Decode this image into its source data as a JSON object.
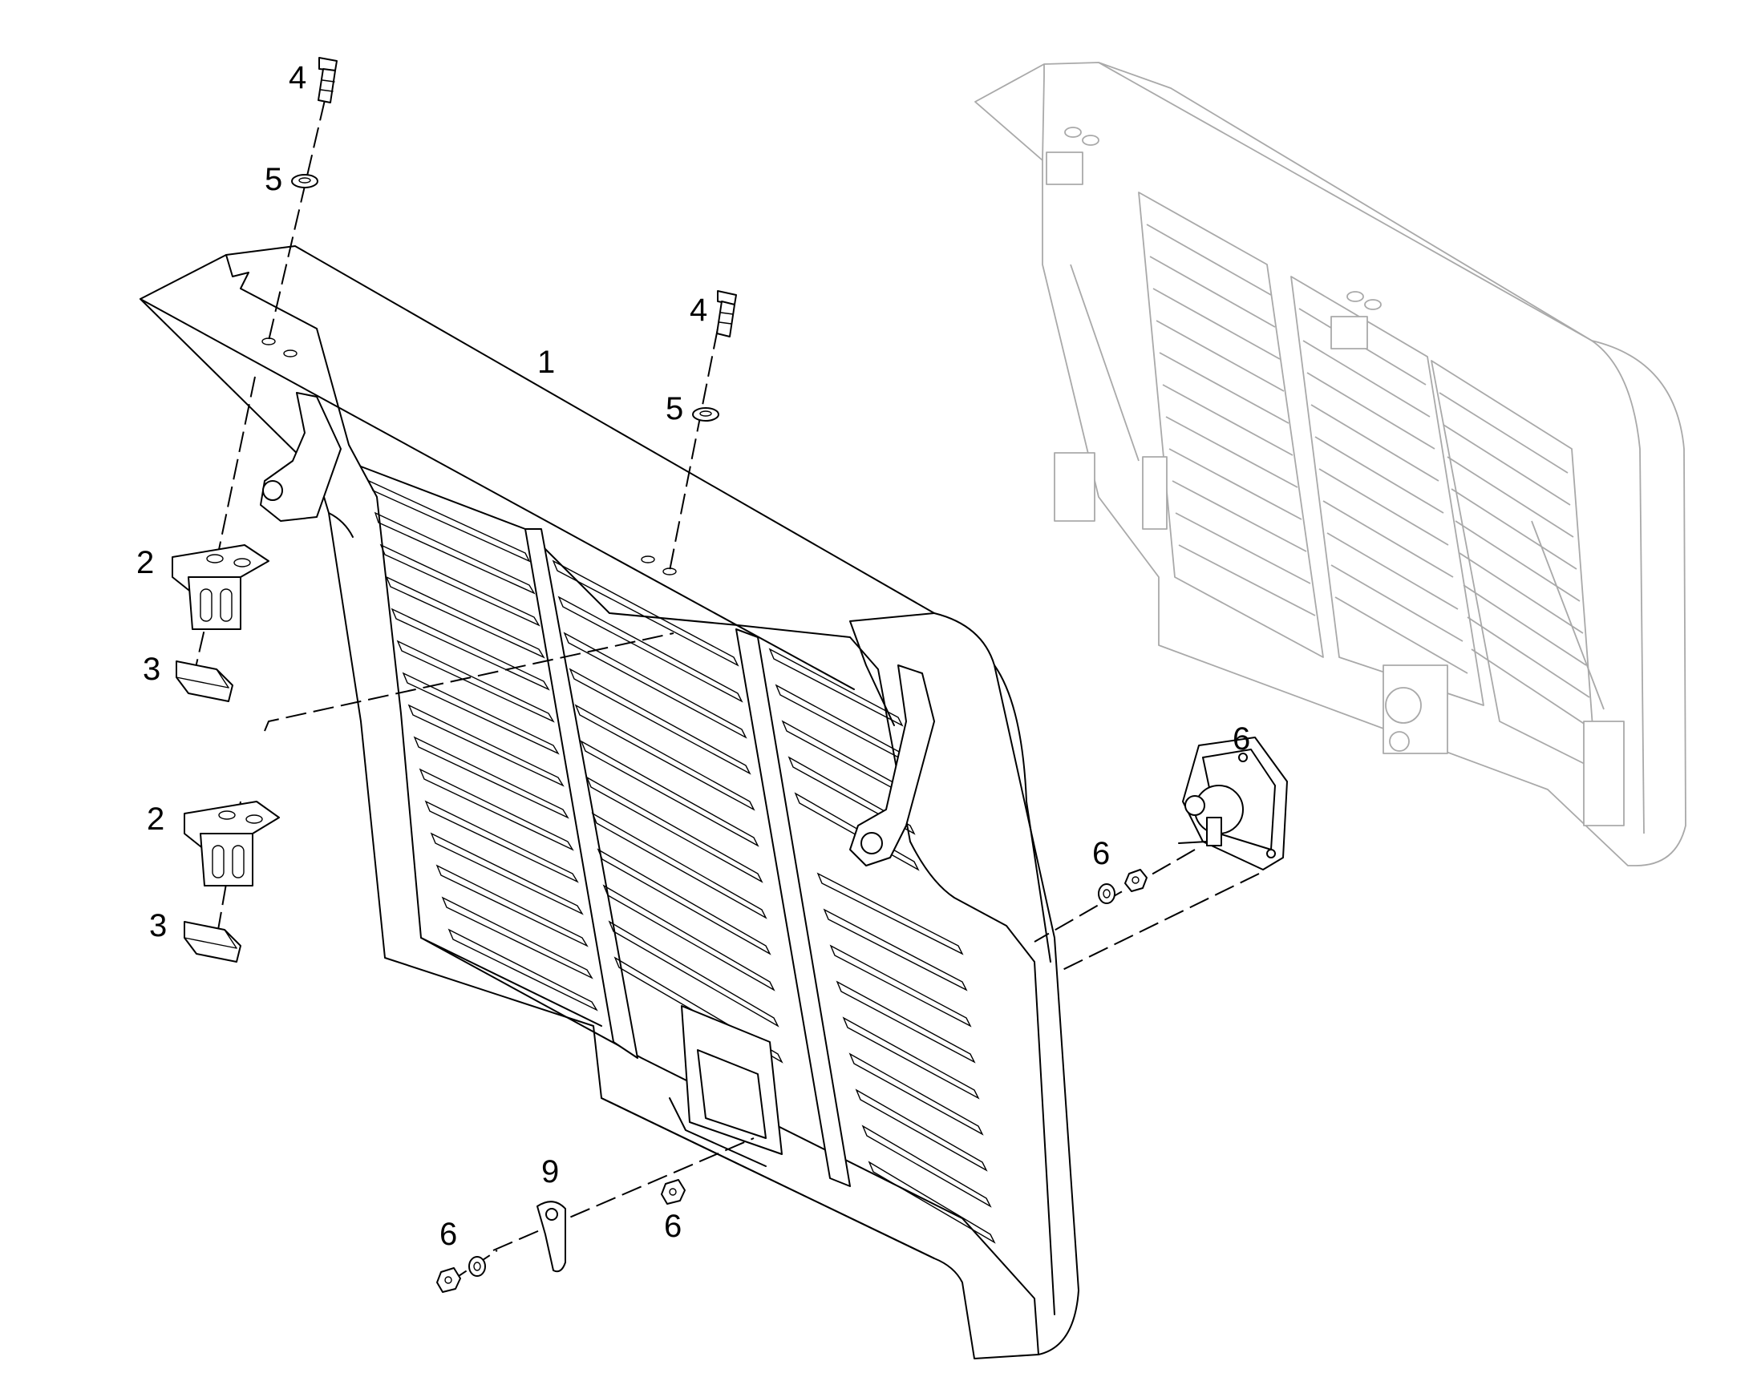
{
  "callouts": [
    {
      "id": "c-4a",
      "text": "4"
    },
    {
      "id": "c-5a",
      "text": "5"
    },
    {
      "id": "c-4b",
      "text": "4"
    },
    {
      "id": "c-5b",
      "text": "5"
    },
    {
      "id": "c-1",
      "text": "1"
    },
    {
      "id": "c-2a",
      "text": "2"
    },
    {
      "id": "c-3a",
      "text": "3"
    },
    {
      "id": "c-2b",
      "text": "2"
    },
    {
      "id": "c-3b",
      "text": "3"
    },
    {
      "id": "c-6a",
      "text": "6"
    },
    {
      "id": "c-6b",
      "text": "6"
    },
    {
      "id": "c-9",
      "text": "9"
    },
    {
      "id": "c-6c",
      "text": "6"
    },
    {
      "id": "c-6d",
      "text": "6"
    }
  ]
}
